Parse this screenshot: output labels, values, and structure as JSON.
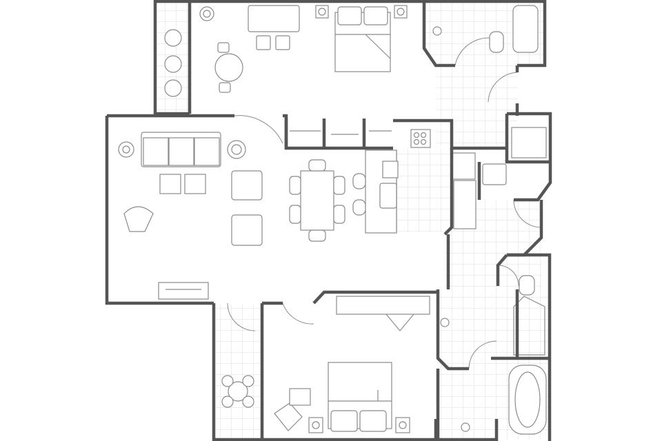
{
  "plan": {
    "type": "apartment floor plan",
    "colors": {
      "wall": "#555555",
      "fixture": "#8a8a8a",
      "tile_line": "#dddddd",
      "background": "#ffffff"
    },
    "rooms": [
      "balcony-top",
      "bedroom-top",
      "bathroom-top",
      "hallway",
      "living-room",
      "dining-area",
      "kitchen",
      "laundry",
      "hall-lower",
      "bathroom-lower",
      "balcony-bottom",
      "bedroom-bottom"
    ]
  }
}
